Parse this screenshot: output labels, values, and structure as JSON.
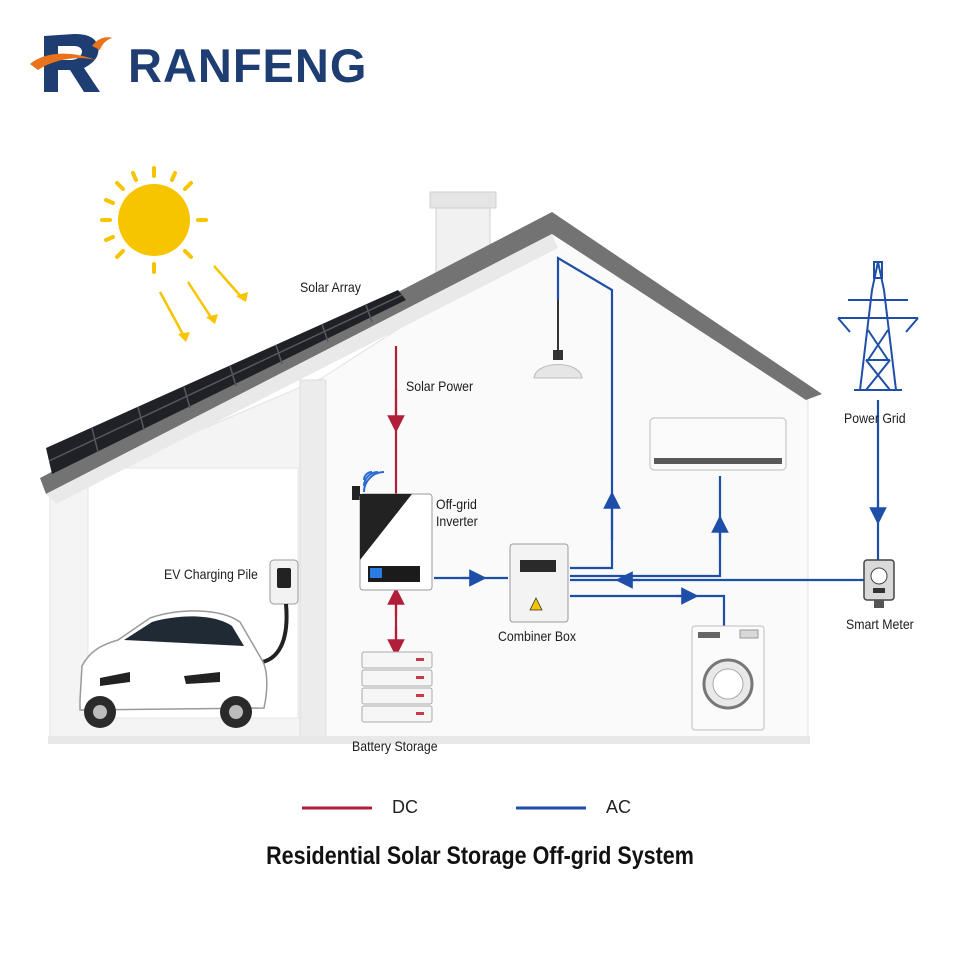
{
  "brand": {
    "name": "RANFENG",
    "logo_icon": "r-flame-logo"
  },
  "labels": {
    "solar_array": "Solar Array",
    "solar_power": "Solar Power",
    "inverter_line1": "Off-grid",
    "inverter_line2": "Inverter",
    "ev_charging": "EV Charging Pile",
    "combiner_box": "Combiner Box",
    "battery_storage": "Battery Storage",
    "power_grid": "Power Grid",
    "smart_meter": "Smart Meter"
  },
  "legend": [
    {
      "key": "dc",
      "label": "DC",
      "color": "#b01e3a"
    },
    {
      "key": "ac",
      "label": "AC",
      "color": "#1e4fa8"
    }
  ],
  "title": "Residential Solar Storage Off-grid System",
  "colors": {
    "dc": "#b01e3a",
    "ac": "#1e4fa8",
    "roof": "#6f6f6f",
    "sun": "#f7c400",
    "brand": "#1e3d73",
    "accent": "#e8731b"
  }
}
